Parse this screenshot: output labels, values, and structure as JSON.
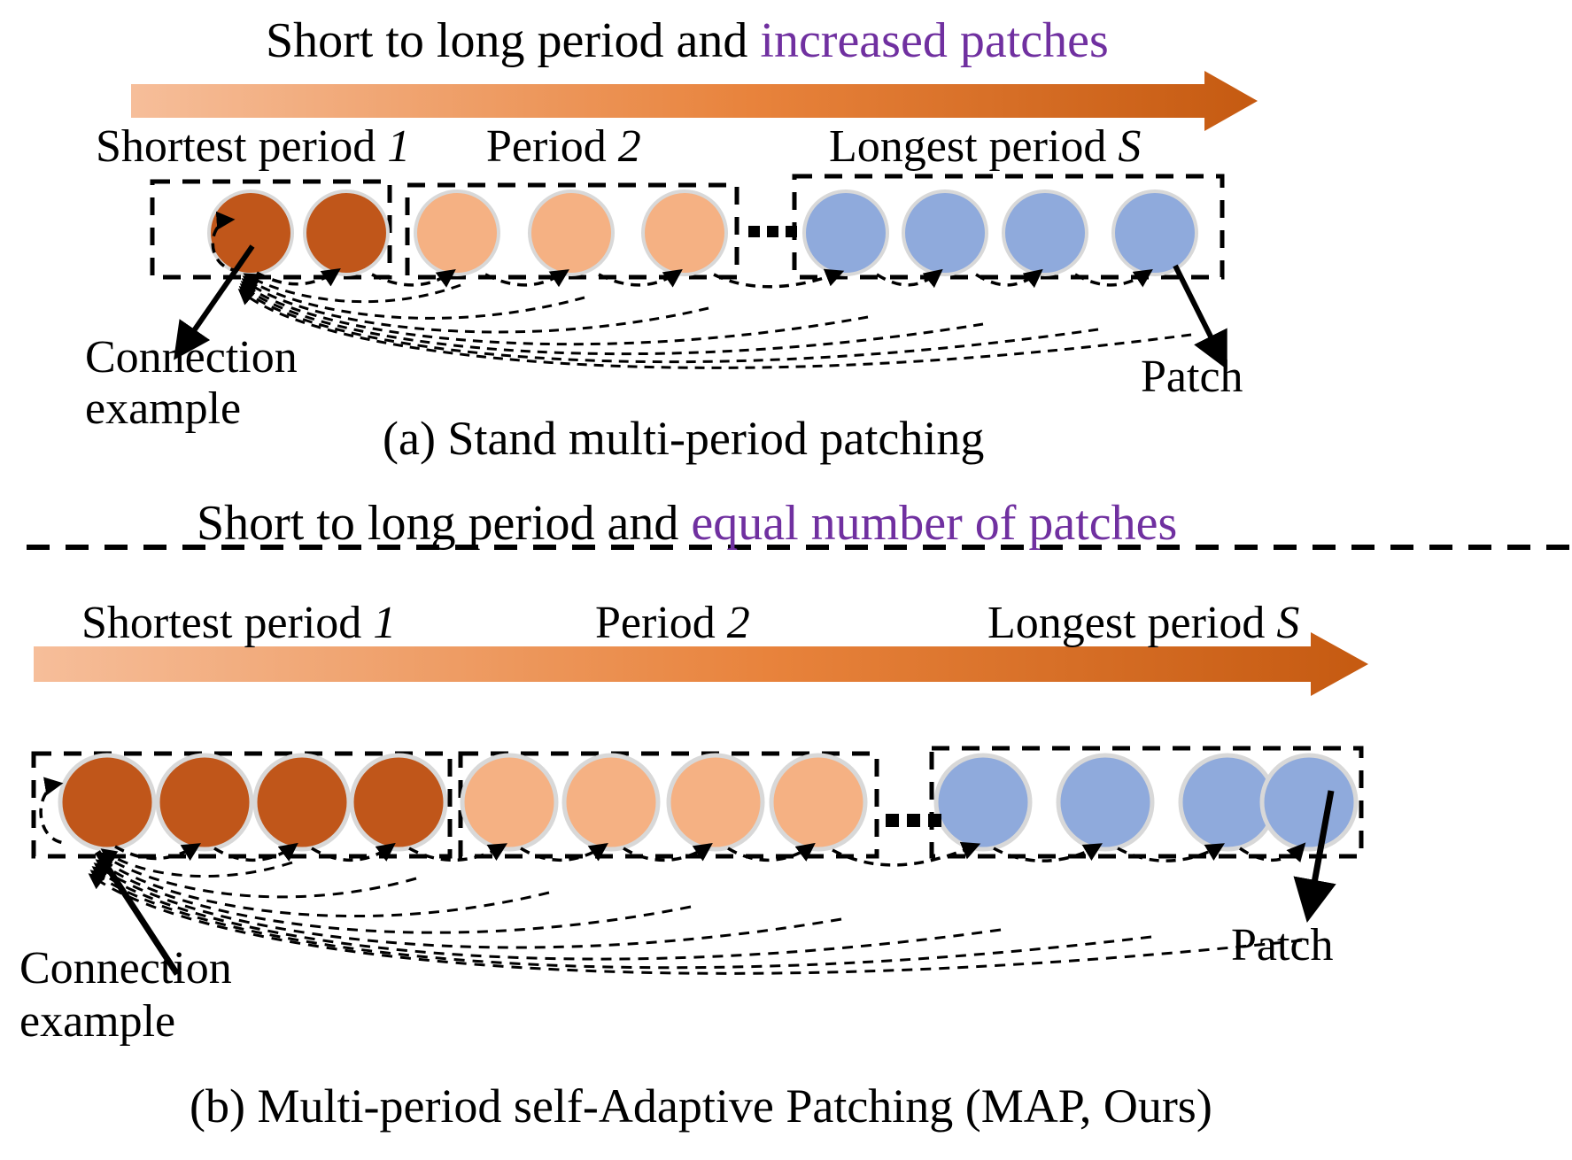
{
  "colors": {
    "accent_purple": "#7030A0",
    "dark_orange": "#C0561A",
    "light_orange": "#F5B183",
    "blue": "#8FAADC",
    "arrow_gradient_start": "#F6BE9A",
    "arrow_gradient_end": "#C55A11",
    "dashed_line": "#000000",
    "background": "#FFFFFF"
  },
  "panel_a": {
    "header_plain": "Short to long period and ",
    "header_accent": "increased patches",
    "direction_arrow_name": "short-to-long-period-arrow",
    "groups": [
      {
        "label_plain": "Shortest period ",
        "label_italic": "1",
        "patch_count": 2,
        "color_key": "dark_orange"
      },
      {
        "label_plain": "Period ",
        "label_italic": "2",
        "patch_count": 3,
        "color_key": "light_orange"
      },
      {
        "label_plain": "Longest period ",
        "label_italic": "S",
        "patch_count": 4,
        "color_key": "blue"
      }
    ],
    "ellipsis": "▪ ▪ ▪",
    "annotation_connection_line1": "Connection",
    "annotation_connection_line2": "example",
    "annotation_patch": "Patch",
    "caption": "(a) Stand multi-period patching"
  },
  "divider": {
    "name": "section-divider",
    "style": "dashed"
  },
  "panel_b": {
    "header_plain": "Short to long period and ",
    "header_accent": "equal number of patches",
    "direction_arrow_name": "short-to-long-period-arrow",
    "groups": [
      {
        "label_plain": "Shortest period ",
        "label_italic": "1",
        "patch_count": 4,
        "color_key": "dark_orange"
      },
      {
        "label_plain": "Period ",
        "label_italic": "2",
        "patch_count": 4,
        "color_key": "light_orange"
      },
      {
        "label_plain": "Longest period ",
        "label_italic": "S",
        "patch_count": 4,
        "color_key": "blue"
      }
    ],
    "ellipsis": "▪ ▪ ▪",
    "annotation_connection_line1": "Connection",
    "annotation_connection_line2": "example",
    "annotation_patch": "Patch",
    "caption": "(b) Multi-period self-Adaptive Patching (MAP, Ours)"
  }
}
